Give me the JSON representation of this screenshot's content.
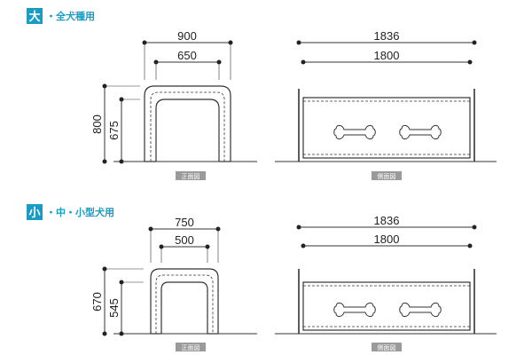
{
  "sections": [
    {
      "badge": "大",
      "title": "・全犬種用",
      "front": {
        "outer_width": "900",
        "inner_width": "650",
        "outer_height": "800",
        "inner_height": "675",
        "caption": "正面図"
      },
      "side": {
        "outer_width": "1836",
        "inner_width": "1800",
        "caption": "側面図"
      }
    },
    {
      "badge": "小",
      "title": "・中・小型犬用",
      "front": {
        "outer_width": "750",
        "inner_width": "500",
        "outer_height": "670",
        "inner_height": "545",
        "caption": "正面図"
      },
      "side": {
        "outer_width": "1836",
        "inner_width": "1800",
        "caption": "側面図"
      }
    }
  ],
  "colors": {
    "accent": "#1a9bc4",
    "line": "#333333",
    "caption_bg": "#9a9a9a"
  },
  "icons": [
    "bone-icon"
  ]
}
